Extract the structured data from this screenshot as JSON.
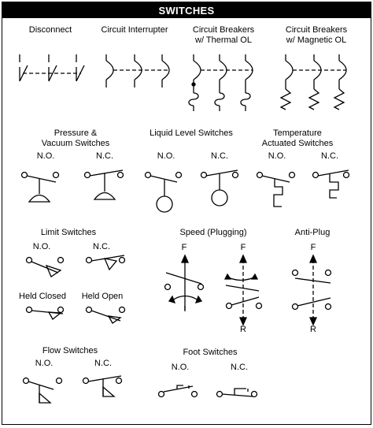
{
  "title": "SWITCHES",
  "labels": {
    "disconnect": "Disconnect",
    "circuit_interrupter": "Circuit Interrupter",
    "cb_thermal_1": "Circuit Breakers",
    "cb_thermal_2": "w/ Thermal OL",
    "cb_magnetic_1": "Circuit Breakers",
    "cb_magnetic_2": "w/ Magnetic OL",
    "pressure_1": "Pressure &",
    "pressure_2": "Vacuum Switches",
    "liquid_level": "Liquid Level Switches",
    "temperature_1": "Temperature",
    "temperature_2": "Actuated Switches",
    "limit": "Limit Switches",
    "held_closed": "Held Closed",
    "held_open": "Held Open",
    "speed": "Speed (Plugging)",
    "anti_plug": "Anti-Plug",
    "flow": "Flow Switches",
    "foot": "Foot Switches",
    "no": "N.O.",
    "nc": "N.C.",
    "f": "F",
    "r": "R"
  }
}
